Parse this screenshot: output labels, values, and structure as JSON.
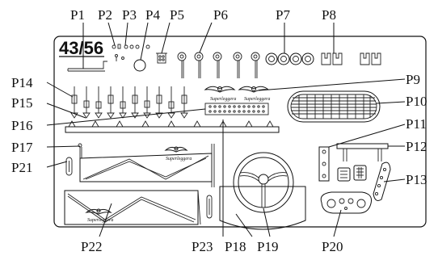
{
  "sheet": {
    "part_number": "43/56",
    "brand_script": "Superleggera"
  },
  "callouts": [
    {
      "id": "P1",
      "label": "P1"
    },
    {
      "id": "P2",
      "label": "P2"
    },
    {
      "id": "P3",
      "label": "P3"
    },
    {
      "id": "P4",
      "label": "P4"
    },
    {
      "id": "P5",
      "label": "P5"
    },
    {
      "id": "P6",
      "label": "P6"
    },
    {
      "id": "P7",
      "label": "P7"
    },
    {
      "id": "P8",
      "label": "P8"
    },
    {
      "id": "P9",
      "label": "P9"
    },
    {
      "id": "P10",
      "label": "P10"
    },
    {
      "id": "P11",
      "label": "P11"
    },
    {
      "id": "P12",
      "label": "P12"
    },
    {
      "id": "P13",
      "label": "P13"
    },
    {
      "id": "P14",
      "label": "P14"
    },
    {
      "id": "P15",
      "label": "P15"
    },
    {
      "id": "P16",
      "label": "P16"
    },
    {
      "id": "P17",
      "label": "P17"
    },
    {
      "id": "P18",
      "label": "P18"
    },
    {
      "id": "P19",
      "label": "P19"
    },
    {
      "id": "P20",
      "label": "P20"
    },
    {
      "id": "P21",
      "label": "P21"
    },
    {
      "id": "P22",
      "label": "P22"
    },
    {
      "id": "P23",
      "label": "P23"
    }
  ]
}
